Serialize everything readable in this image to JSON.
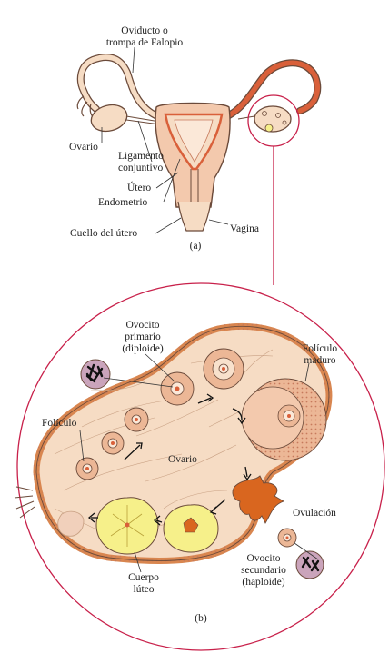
{
  "panel_a": {
    "caption": "(a)",
    "labels": {
      "oviduct_line1": "Oviducto o",
      "oviduct_line2": "trompa de Falopio",
      "ovary": "Ovario",
      "ligament_line1": "Ligamento",
      "ligament_line2": "conjuntivo",
      "uterus": "Útero",
      "endometrium": "Endometrio",
      "cervix": "Cuello del útero",
      "vagina": "Vagina"
    }
  },
  "panel_b": {
    "caption": "(b)",
    "labels": {
      "primary_line1": "Ovocito",
      "primary_line2": "primario",
      "primary_line3": "(diploide)",
      "mature_line1": "Folículo",
      "mature_line2": "maduro",
      "follicle": "Folículo",
      "ovary": "Ovario",
      "ovulation": "Ovulación",
      "secondary_line1": "Ovocito",
      "secondary_line2": "secundario",
      "secondary_line3": "(haploide)",
      "corpus_line1": "Cuerpo",
      "corpus_line2": "lúteo"
    }
  },
  "colors": {
    "tissue": "#f6dcc4",
    "tissue_dark": "#e6b293",
    "outline": "#6b4a3a",
    "wall": "#e3a080",
    "corpus_luteum": "#f6f08a",
    "ovulation_mass": "#d9661f",
    "callout_circle": "#c8204a",
    "chromosome_disc": "#caa4bb"
  }
}
